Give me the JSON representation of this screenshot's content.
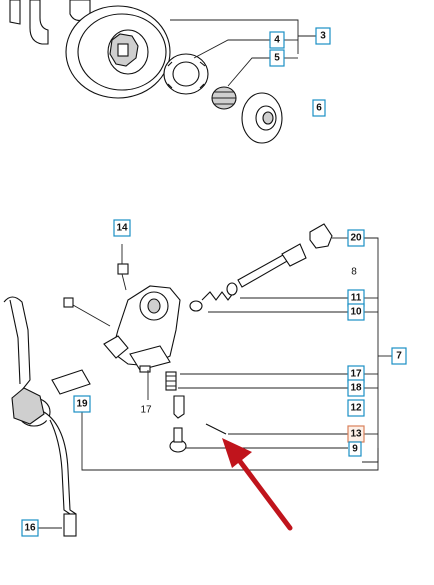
{
  "callouts": [
    {
      "id": "c3",
      "label": "3"
    },
    {
      "id": "c4",
      "label": "4"
    },
    {
      "id": "c5",
      "label": "5"
    },
    {
      "id": "c6",
      "label": "6"
    },
    {
      "id": "c14",
      "label": "14"
    },
    {
      "id": "c20",
      "label": "20"
    },
    {
      "id": "c11",
      "label": "11"
    },
    {
      "id": "c10",
      "label": "10"
    },
    {
      "id": "c7",
      "label": "7"
    },
    {
      "id": "c17",
      "label": "17"
    },
    {
      "id": "c18",
      "label": "18"
    },
    {
      "id": "c12",
      "label": "12"
    },
    {
      "id": "c13",
      "label": "13"
    },
    {
      "id": "c9",
      "label": "9"
    },
    {
      "id": "c19",
      "label": "19"
    },
    {
      "id": "c16",
      "label": "16"
    }
  ],
  "plain_labels": [
    {
      "id": "p8",
      "label": "8"
    },
    {
      "id": "p17",
      "label": "17"
    }
  ],
  "highlighted_callout": "13",
  "colors": {
    "callout_border": "#1a8fc4",
    "highlight_border": "#d9805a",
    "arrow": "#c0141c"
  }
}
